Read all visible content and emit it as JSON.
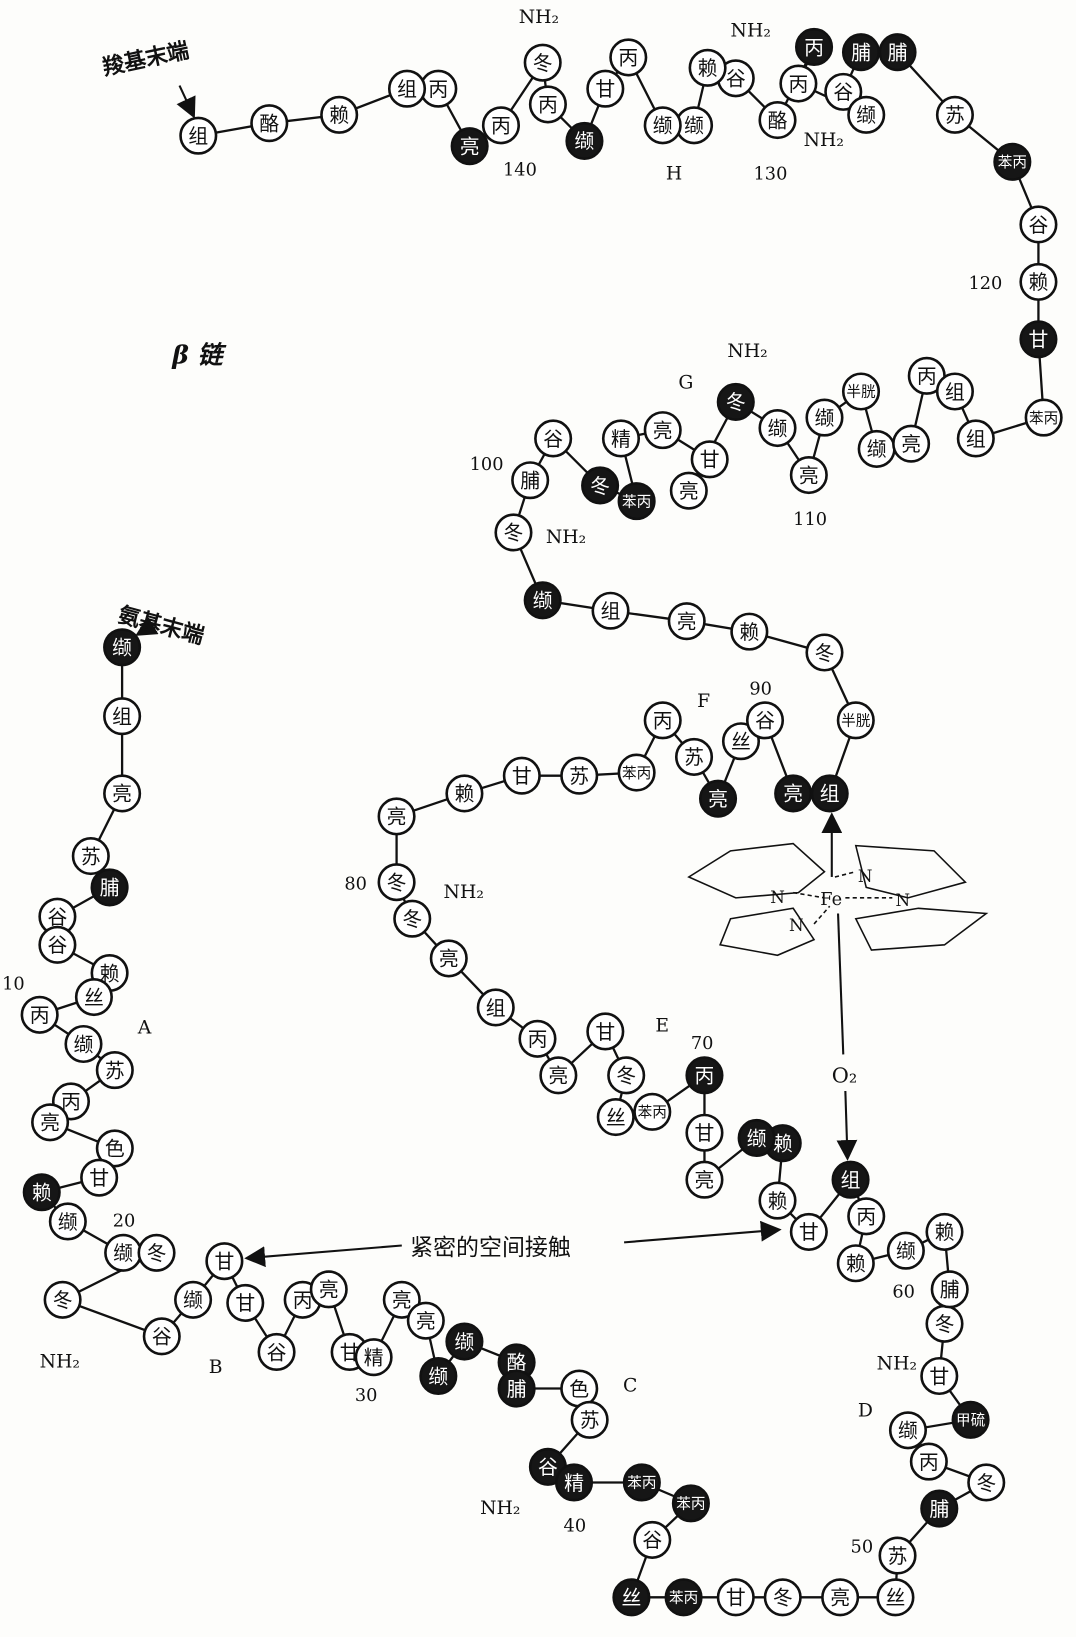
{
  "title": "β 链",
  "c_terminus": "羧基末端",
  "n_terminus": "氨基末端",
  "contact_label": "紧密的空间接触",
  "heme": {
    "fe": "Fe",
    "n": "N",
    "o2": "O₂"
  },
  "nh2": "NH₂",
  "helices": [
    "A",
    "B",
    "C",
    "D",
    "E",
    "F",
    "G",
    "H"
  ],
  "numbers": [
    "10",
    "20",
    "30",
    "40",
    "50",
    "60",
    "70",
    "80",
    "90",
    "100",
    "110",
    "120",
    "130",
    "140"
  ],
  "residues": [
    {
      "n": 1,
      "label": "缬",
      "filled": true
    },
    {
      "n": 2,
      "label": "组",
      "filled": false
    },
    {
      "n": 3,
      "label": "亮",
      "filled": false
    },
    {
      "n": 4,
      "label": "苏",
      "filled": false
    },
    {
      "n": 5,
      "label": "脯",
      "filled": true
    },
    {
      "n": 6,
      "label": "谷",
      "filled": false
    },
    {
      "n": 7,
      "label": "谷",
      "filled": false
    },
    {
      "n": 8,
      "label": "赖",
      "filled": false
    },
    {
      "n": 9,
      "label": "丝",
      "filled": false
    },
    {
      "n": 10,
      "label": "丙",
      "filled": false
    },
    {
      "n": 11,
      "label": "缬",
      "filled": false
    },
    {
      "n": 12,
      "label": "苏",
      "filled": false
    },
    {
      "n": 13,
      "label": "丙",
      "filled": false
    },
    {
      "n": 14,
      "label": "亮",
      "filled": false
    },
    {
      "n": 15,
      "label": "色",
      "filled": false
    },
    {
      "n": 16,
      "label": "甘",
      "filled": false
    },
    {
      "n": 17,
      "label": "赖",
      "filled": true
    },
    {
      "n": 18,
      "label": "缬",
      "filled": false
    },
    {
      "n": 19,
      "label": "缬",
      "filled": false
    },
    {
      "n": 20,
      "label": "冬",
      "filled": false
    },
    {
      "n": 21,
      "label": "冬",
      "filled": false
    },
    {
      "n": 22,
      "label": "谷",
      "filled": false
    },
    {
      "n": 23,
      "label": "缬",
      "filled": false
    },
    {
      "n": 24,
      "label": "甘",
      "filled": false
    },
    {
      "n": 25,
      "label": "甘",
      "filled": false
    },
    {
      "n": 26,
      "label": "谷",
      "filled": false
    },
    {
      "n": 27,
      "label": "丙",
      "filled": false
    },
    {
      "n": 28,
      "label": "亮",
      "filled": false
    },
    {
      "n": 29,
      "label": "甘",
      "filled": false
    },
    {
      "n": 30,
      "label": "精",
      "filled": false
    },
    {
      "n": 31,
      "label": "亮",
      "filled": false
    },
    {
      "n": 32,
      "label": "亮",
      "filled": false
    },
    {
      "n": 33,
      "label": "缬",
      "filled": true
    },
    {
      "n": 34,
      "label": "缬",
      "filled": true
    },
    {
      "n": 35,
      "label": "酪",
      "filled": true
    },
    {
      "n": 36,
      "label": "脯",
      "filled": true
    },
    {
      "n": 37,
      "label": "色",
      "filled": false
    },
    {
      "n": 38,
      "label": "苏",
      "filled": false
    },
    {
      "n": 39,
      "label": "谷",
      "filled": true
    },
    {
      "n": 40,
      "label": "精",
      "filled": true
    },
    {
      "n": 41,
      "label": "苯丙",
      "filled": true
    },
    {
      "n": 42,
      "label": "苯丙",
      "filled": true
    },
    {
      "n": 43,
      "label": "谷",
      "filled": false
    },
    {
      "n": 44,
      "label": "丝",
      "filled": true
    },
    {
      "n": 45,
      "label": "苯丙",
      "filled": true
    },
    {
      "n": 46,
      "label": "甘",
      "filled": false
    },
    {
      "n": 47,
      "label": "冬",
      "filled": false
    },
    {
      "n": 48,
      "label": "亮",
      "filled": false
    },
    {
      "n": 49,
      "label": "丝",
      "filled": false
    },
    {
      "n": 50,
      "label": "苏",
      "filled": false
    },
    {
      "n": 51,
      "label": "脯",
      "filled": true
    },
    {
      "n": 52,
      "label": "冬",
      "filled": false
    },
    {
      "n": 53,
      "label": "丙",
      "filled": false
    },
    {
      "n": 54,
      "label": "缬",
      "filled": false
    },
    {
      "n": 55,
      "label": "甲硫",
      "filled": true
    },
    {
      "n": 56,
      "label": "甘",
      "filled": false
    },
    {
      "n": 57,
      "label": "冬",
      "filled": false
    },
    {
      "n": 58,
      "label": "脯",
      "filled": false
    },
    {
      "n": 59,
      "label": "赖",
      "filled": false
    },
    {
      "n": 60,
      "label": "缬",
      "filled": false
    },
    {
      "n": 61,
      "label": "赖",
      "filled": false
    },
    {
      "n": 62,
      "label": "丙",
      "filled": false
    },
    {
      "n": 63,
      "label": "组",
      "filled": true
    },
    {
      "n": 64,
      "label": "甘",
      "filled": false
    },
    {
      "n": 65,
      "label": "赖",
      "filled": false
    },
    {
      "n": 66,
      "label": "赖",
      "filled": true
    },
    {
      "n": 67,
      "label": "缬",
      "filled": true
    },
    {
      "n": 68,
      "label": "亮",
      "filled": false
    },
    {
      "n": 69,
      "label": "甘",
      "filled": false
    },
    {
      "n": 70,
      "label": "丙",
      "filled": true
    },
    {
      "n": 71,
      "label": "苯丙",
      "filled": false
    },
    {
      "n": 72,
      "label": "丝",
      "filled": false
    },
    {
      "n": 73,
      "label": "冬",
      "filled": false
    },
    {
      "n": 74,
      "label": "甘",
      "filled": false
    },
    {
      "n": 75,
      "label": "亮",
      "filled": false
    },
    {
      "n": 76,
      "label": "丙",
      "filled": false
    },
    {
      "n": 77,
      "label": "组",
      "filled": false
    },
    {
      "n": 78,
      "label": "亮",
      "filled": false
    },
    {
      "n": 79,
      "label": "冬",
      "filled": false
    },
    {
      "n": 80,
      "label": "冬",
      "filled": false
    },
    {
      "n": 81,
      "label": "亮",
      "filled": false
    },
    {
      "n": 82,
      "label": "赖",
      "filled": false
    },
    {
      "n": 83,
      "label": "甘",
      "filled": false
    },
    {
      "n": 84,
      "label": "苏",
      "filled": false
    },
    {
      "n": 85,
      "label": "苯丙",
      "filled": false
    },
    {
      "n": 86,
      "label": "丙",
      "filled": false
    },
    {
      "n": 87,
      "label": "苏",
      "filled": false
    },
    {
      "n": 88,
      "label": "亮",
      "filled": true
    },
    {
      "n": 89,
      "label": "丝",
      "filled": false
    },
    {
      "n": 90,
      "label": "谷",
      "filled": false
    },
    {
      "n": 91,
      "label": "亮",
      "filled": true
    },
    {
      "n": 92,
      "label": "组",
      "filled": true
    },
    {
      "n": 93,
      "label": "半胱",
      "filled": false
    },
    {
      "n": 94,
      "label": "冬",
      "filled": false
    },
    {
      "n": 95,
      "label": "赖",
      "filled": false
    },
    {
      "n": 96,
      "label": "亮",
      "filled": false
    },
    {
      "n": 97,
      "label": "组",
      "filled": false
    },
    {
      "n": 98,
      "label": "缬",
      "filled": true
    },
    {
      "n": 99,
      "label": "冬",
      "filled": false
    },
    {
      "n": 100,
      "label": "脯",
      "filled": false
    },
    {
      "n": 101,
      "label": "谷",
      "filled": false
    },
    {
      "n": 102,
      "label": "冬",
      "filled": true
    },
    {
      "n": 103,
      "label": "苯丙",
      "filled": true
    },
    {
      "n": 104,
      "label": "精",
      "filled": false
    },
    {
      "n": 105,
      "label": "亮",
      "filled": false
    },
    {
      "n": 106,
      "label": "甘",
      "filled": false
    },
    {
      "n": 107,
      "label": "亮",
      "filled": false
    },
    {
      "n": 108,
      "label": "冬",
      "filled": true
    },
    {
      "n": 109,
      "label": "缬",
      "filled": false
    },
    {
      "n": 110,
      "label": "亮",
      "filled": false
    },
    {
      "n": 111,
      "label": "缬",
      "filled": false
    },
    {
      "n": 112,
      "label": "半胱",
      "filled": false
    },
    {
      "n": 113,
      "label": "缬",
      "filled": false
    },
    {
      "n": 114,
      "label": "亮",
      "filled": false
    },
    {
      "n": 115,
      "label": "丙",
      "filled": false
    },
    {
      "n": 116,
      "label": "组",
      "filled": false
    },
    {
      "n": 117,
      "label": "组",
      "filled": false
    },
    {
      "n": 118,
      "label": "苯丙",
      "filled": false
    },
    {
      "n": 119,
      "label": "甘",
      "filled": true
    },
    {
      "n": 120,
      "label": "赖",
      "filled": false
    },
    {
      "n": 121,
      "label": "谷",
      "filled": false
    },
    {
      "n": 122,
      "label": "苯丙",
      "filled": true
    },
    {
      "n": 123,
      "label": "苏",
      "filled": false
    },
    {
      "n": 124,
      "label": "脯",
      "filled": true
    },
    {
      "n": 125,
      "label": "脯",
      "filled": true
    },
    {
      "n": 126,
      "label": "谷",
      "filled": false
    },
    {
      "n": 127,
      "label": "缬",
      "filled": false
    },
    {
      "n": 128,
      "label": "丙",
      "filled": false
    },
    {
      "n": 129,
      "label": "丙",
      "filled": true
    },
    {
      "n": 130,
      "label": "酪",
      "filled": false
    },
    {
      "n": 131,
      "label": "谷",
      "filled": false
    },
    {
      "n": 132,
      "label": "赖",
      "filled": false
    },
    {
      "n": 133,
      "label": "缬",
      "filled": false
    },
    {
      "n": 134,
      "label": "缬",
      "filled": false
    },
    {
      "n": 135,
      "label": "丙",
      "filled": false
    },
    {
      "n": 136,
      "label": "甘",
      "filled": false
    },
    {
      "n": 137,
      "label": "缬",
      "filled": true
    },
    {
      "n": 138,
      "label": "丙",
      "filled": false
    },
    {
      "n": 139,
      "label": "冬",
      "filled": false
    },
    {
      "n": 140,
      "label": "丙",
      "filled": false
    },
    {
      "n": 141,
      "label": "亮",
      "filled": true
    },
    {
      "n": 142,
      "label": "丙",
      "filled": false
    },
    {
      "n": 143,
      "label": "组",
      "filled": false
    },
    {
      "n": 144,
      "label": "赖",
      "filled": false
    },
    {
      "n": 145,
      "label": "酪",
      "filled": false
    },
    {
      "n": 146,
      "label": "组",
      "filled": false
    }
  ]
}
